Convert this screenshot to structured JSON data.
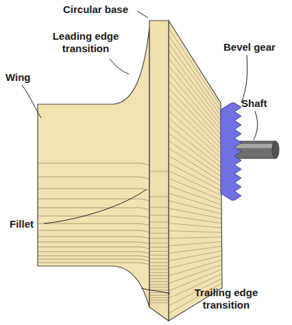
{
  "diagram": {
    "labels": [
      "Circular base",
      "Leading edge transition",
      "Wing",
      "Bevel gear",
      "Shaft",
      "Fillet",
      "Trailing edge transition"
    ]
  }
}
